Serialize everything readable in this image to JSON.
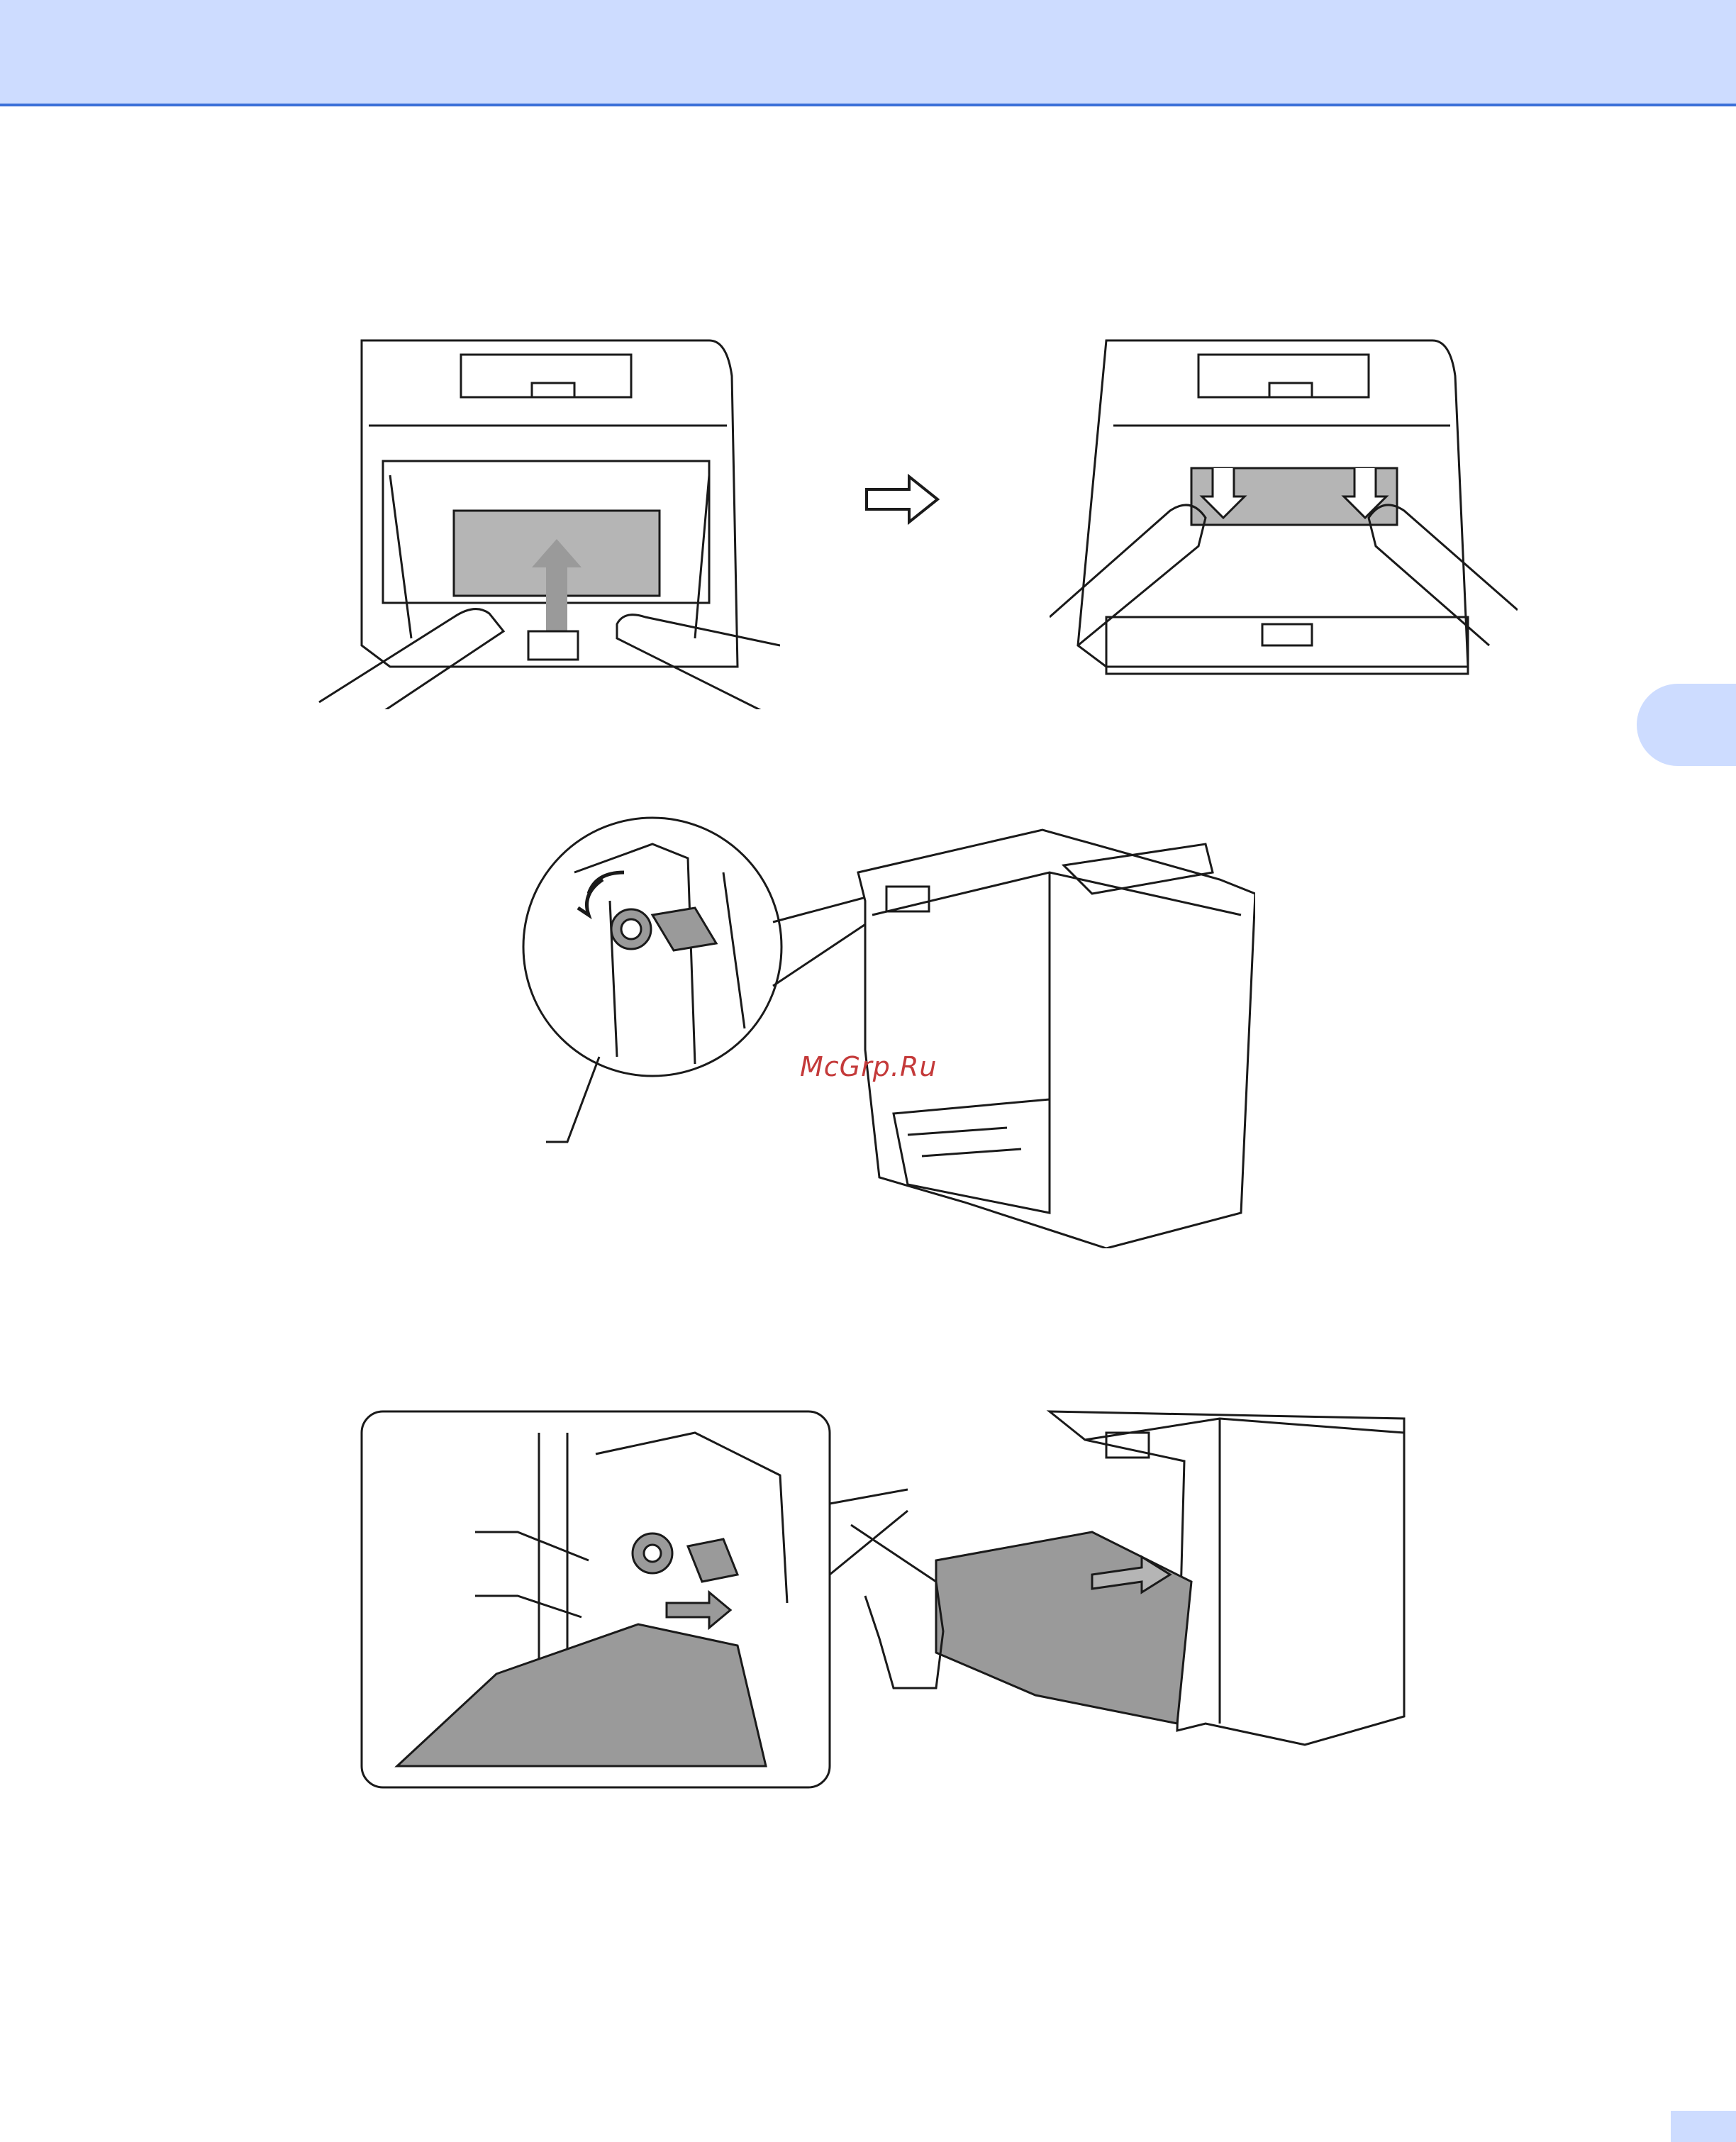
{
  "page": {
    "watermark": "McGrp.Ru"
  },
  "colors": {
    "header_band": "#cddcff",
    "header_rule": "#3a6fd8",
    "line_art": "#1a1a1a",
    "gray_fill": "#9a9a9a",
    "watermark": "#c43a3a"
  },
  "figures": {
    "top_left": {
      "icon": "printer-belt-lift-illustration"
    },
    "arrow": {
      "icon": "right-arrow-icon"
    },
    "top_right": {
      "icon": "printer-belt-hold-illustration"
    },
    "middle": {
      "icon": "lock-lever-callout-illustration"
    },
    "bottom": {
      "icon": "drum-insert-callout-illustration"
    }
  }
}
